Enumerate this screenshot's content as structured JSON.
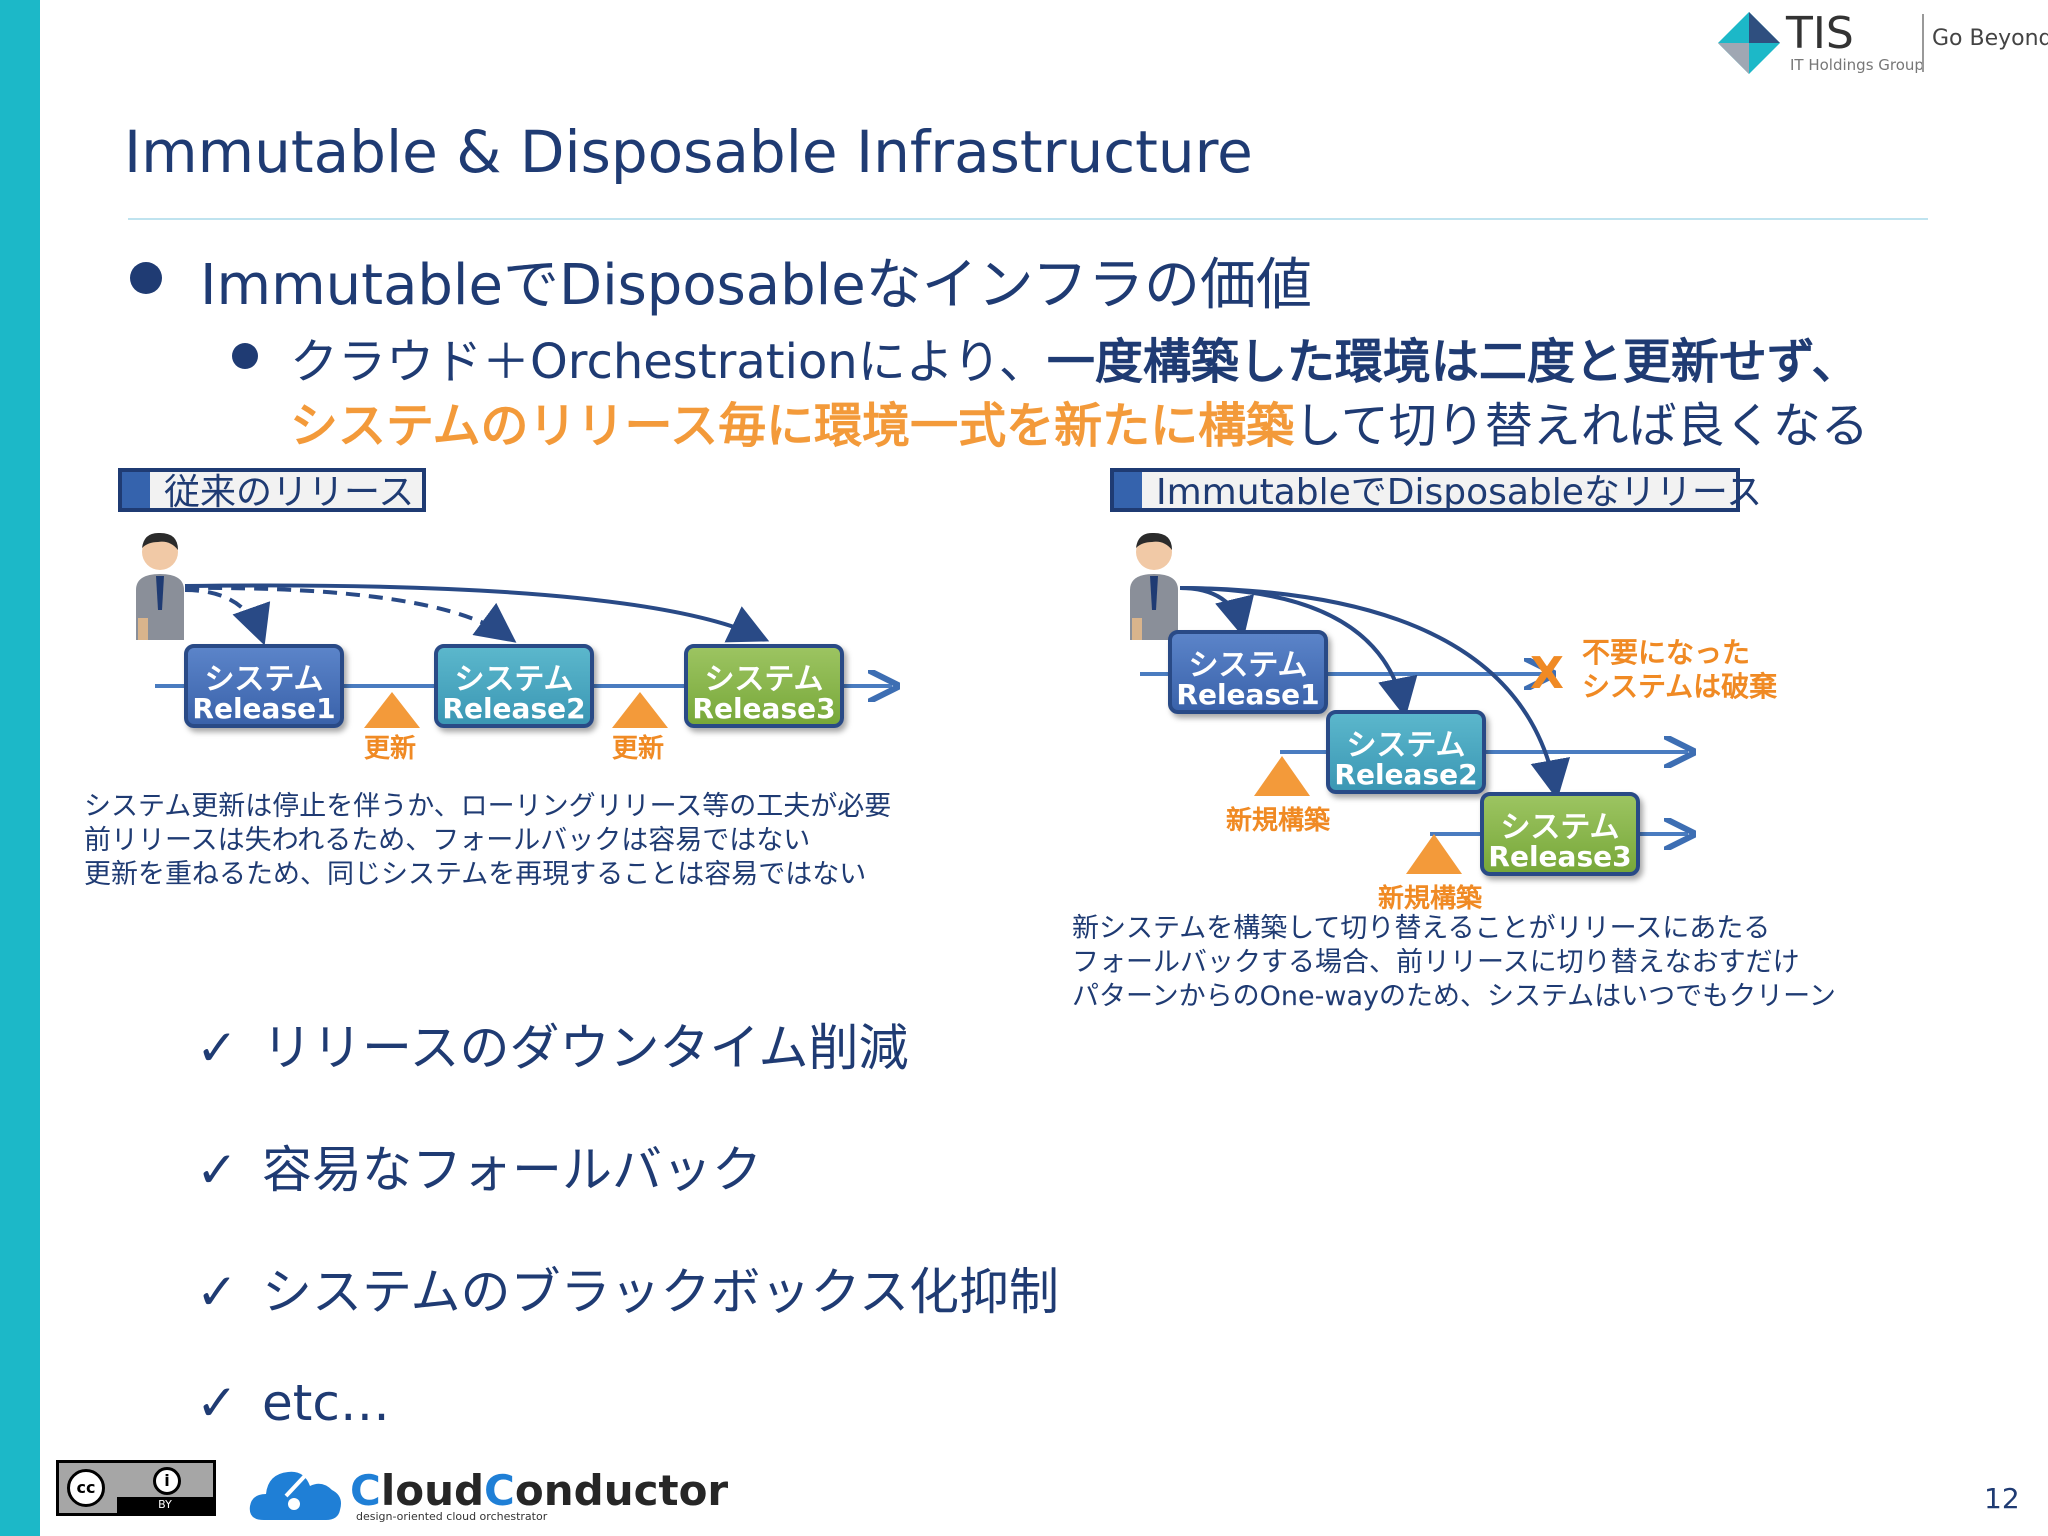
{
  "header": {
    "title": "Immutable & Disposable Infrastructure",
    "brand": "TIS",
    "brand_sub": "IT Holdings Group",
    "slogan": "Go Beyond"
  },
  "bullets": {
    "main": "ImmutableでDisposableなインフラの価値",
    "sub_plain1": "クラウド＋Orchestrationにより、",
    "sub_bold1": "一度構築した環境は二度と更新せず、",
    "sub_bold2": "システムのリリース毎に環境一式を新たに構築",
    "sub_plain2": "して切り替えれば良くなる"
  },
  "left_diagram": {
    "label": "従来のリリース",
    "boxes": [
      {
        "t1": "システム",
        "t2": "Release1"
      },
      {
        "t1": "システム",
        "t2": "Release2"
      },
      {
        "t1": "システム",
        "t2": "Release3"
      }
    ],
    "update_label": "更新",
    "desc": [
      "システム更新は停止を伴うか、ローリングリリース等の工夫が必要",
      "前リリースは失われるため、フォールバックは容易ではない",
      "更新を重ねるため、同じシステムを再現することは容易ではない"
    ]
  },
  "right_diagram": {
    "label": "ImmutableでDisposableなリリース",
    "boxes": [
      {
        "t1": "システム",
        "t2": "Release1"
      },
      {
        "t1": "システム",
        "t2": "Release2"
      },
      {
        "t1": "システム",
        "t2": "Release3"
      }
    ],
    "x_mark": "X",
    "discard_line1": "不要になった",
    "discard_line2": "システムは破棄",
    "new_build_label": "新規構築",
    "desc": [
      "新システムを構築して切り替えることがリリースにあたる",
      "フォールバックする場合、前リリースに切り替えなおすだけ",
      "パターンからのOne-wayのため、システムはいつでもクリーン"
    ]
  },
  "checks": {
    "mark": "✓",
    "items": [
      "リリースのダウンタイム削減",
      "容易なフォールバック",
      "システムのブラックボックス化抑制",
      "etc…"
    ]
  },
  "footer": {
    "cc_by": "BY",
    "logo_cap1": "C",
    "logo_rest1": "loud",
    "logo_cap2": "C",
    "logo_rest2": "onductor",
    "logo_tagline": "design-oriented cloud orchestrator",
    "page_number": "12"
  },
  "colors": {
    "accent": "#1cb8c8",
    "navy": "#1f3b73",
    "orange": "#f39a3a",
    "box_blue": "#3a62aa",
    "box_teal": "#3b97b4",
    "box_green": "#78a83a"
  }
}
